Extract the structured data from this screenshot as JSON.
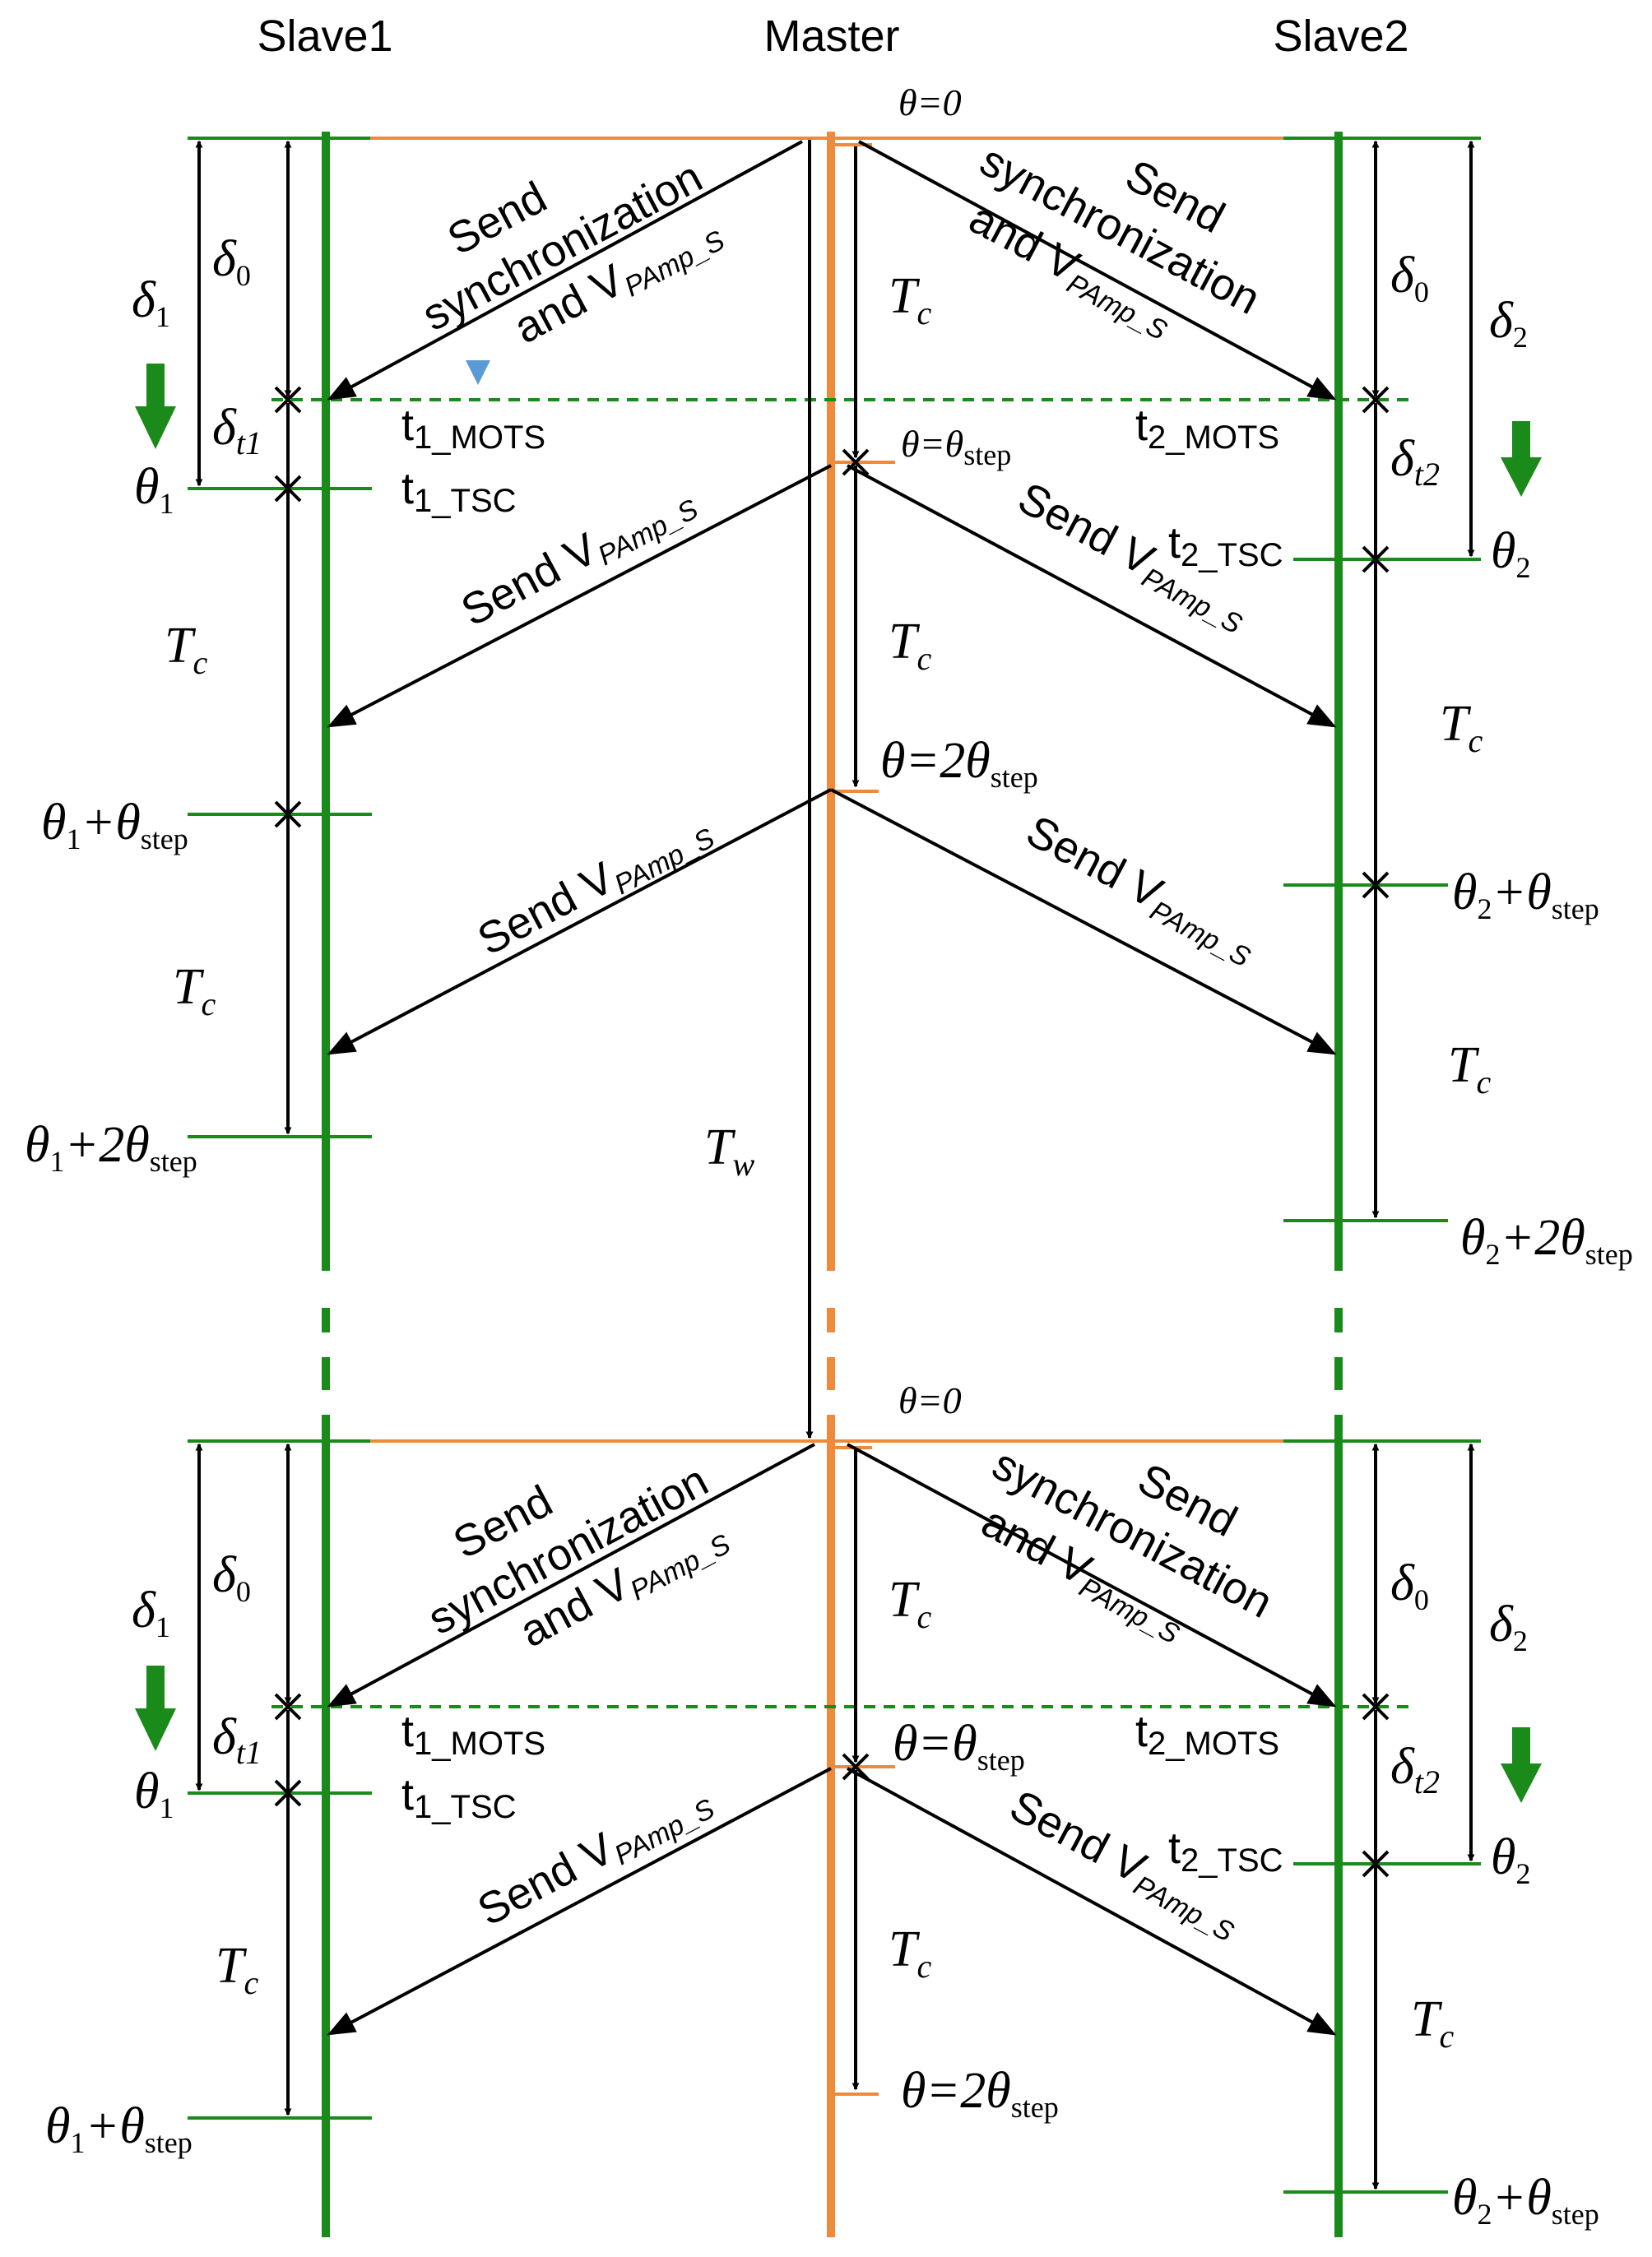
{
  "headers": {
    "slave1": "Slave1",
    "master": "Master",
    "slave2": "Slave2"
  },
  "colors": {
    "slave_line": "#1a8a1a",
    "master_line": "#ef8a3a",
    "arrow": "#000000",
    "marker": "#5b9bd5"
  },
  "icons": {
    "slave1_arrow": "down-arrow-icon",
    "slave2_arrow": "down-arrow-icon"
  },
  "messages": {
    "send": "Send",
    "synchronization": "synchronization",
    "and": "and V",
    "send_v": "Send V",
    "v_sub": "PAmp_S"
  },
  "symbols": {
    "theta": "θ",
    "theta_zero": "θ=0",
    "theta_step_sub": "step",
    "theta_eq": "θ=",
    "two_theta": "θ=2",
    "delta": "δ",
    "T": "T",
    "c": "c",
    "w": "w"
  },
  "timestamps": {
    "t1_mots": "t",
    "t1_mots_sub": "1_MOTS",
    "t1_tsc": "t",
    "t1_tsc_sub": "1_TSC",
    "t2_mots": "t",
    "t2_mots_sub": "2_MOTS",
    "t2_tsc": "t",
    "t2_tsc_sub": "2_TSC"
  },
  "deltas": {
    "d0": "0",
    "d1": "1",
    "d2": "2",
    "dt1": "t1",
    "dt2": "t2"
  }
}
